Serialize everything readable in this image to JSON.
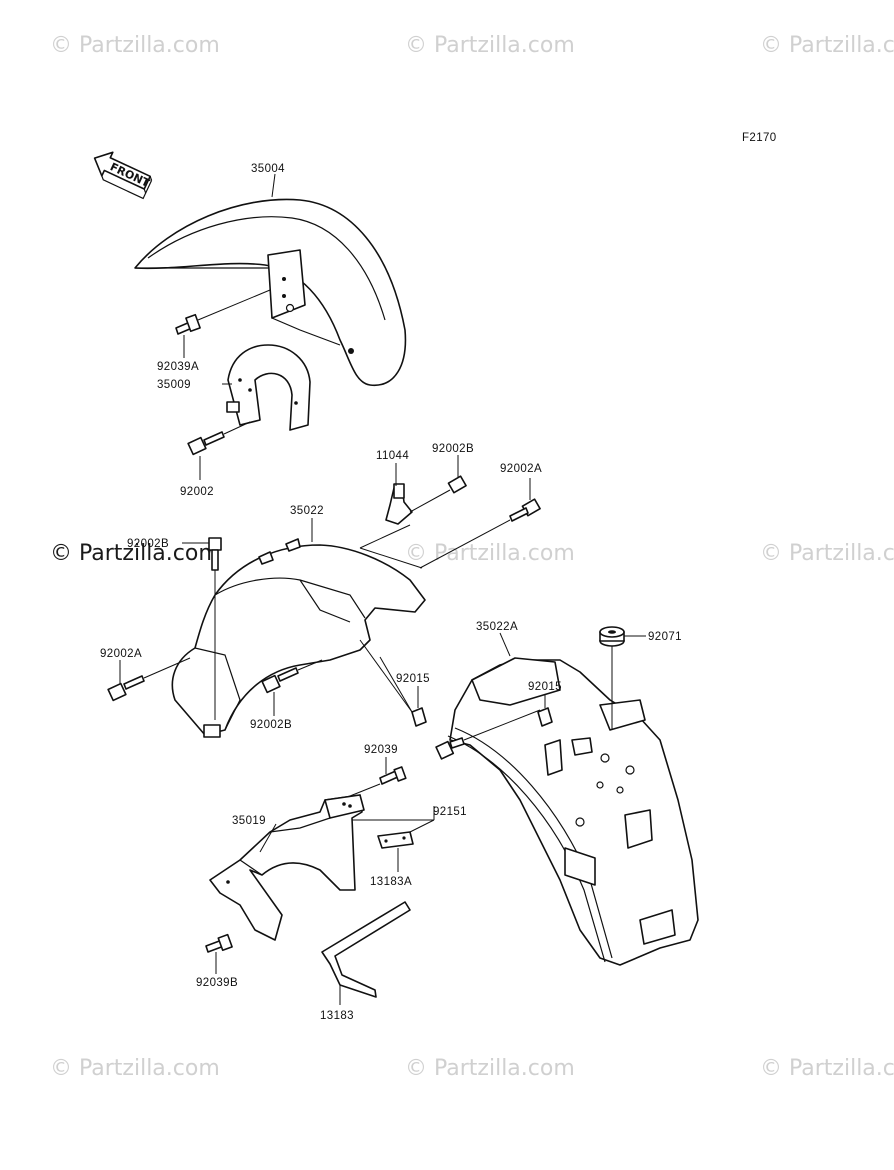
{
  "diagram": {
    "code": "F2170",
    "front_label": "FRONT",
    "parts": {
      "p35004": "35004",
      "p92039A": "92039A",
      "p35009": "35009",
      "p92002": "92002",
      "p11044": "11044",
      "p92002B_top": "92002B",
      "p92002A_right": "92002A",
      "p35022": "35022",
      "p92002B_left": "92002B",
      "p92002A_left": "92002A",
      "p92002B_bottom": "92002B",
      "p35022A": "35022A",
      "p92071": "92071",
      "p92015_a": "92015",
      "p92015_b": "92015",
      "p92039": "92039",
      "p92151": "92151",
      "p35019": "35019",
      "p13183A": "13183A",
      "p92039B": "92039B",
      "p13183": "13183"
    }
  },
  "watermarks": {
    "text": "© Partzilla.com"
  }
}
